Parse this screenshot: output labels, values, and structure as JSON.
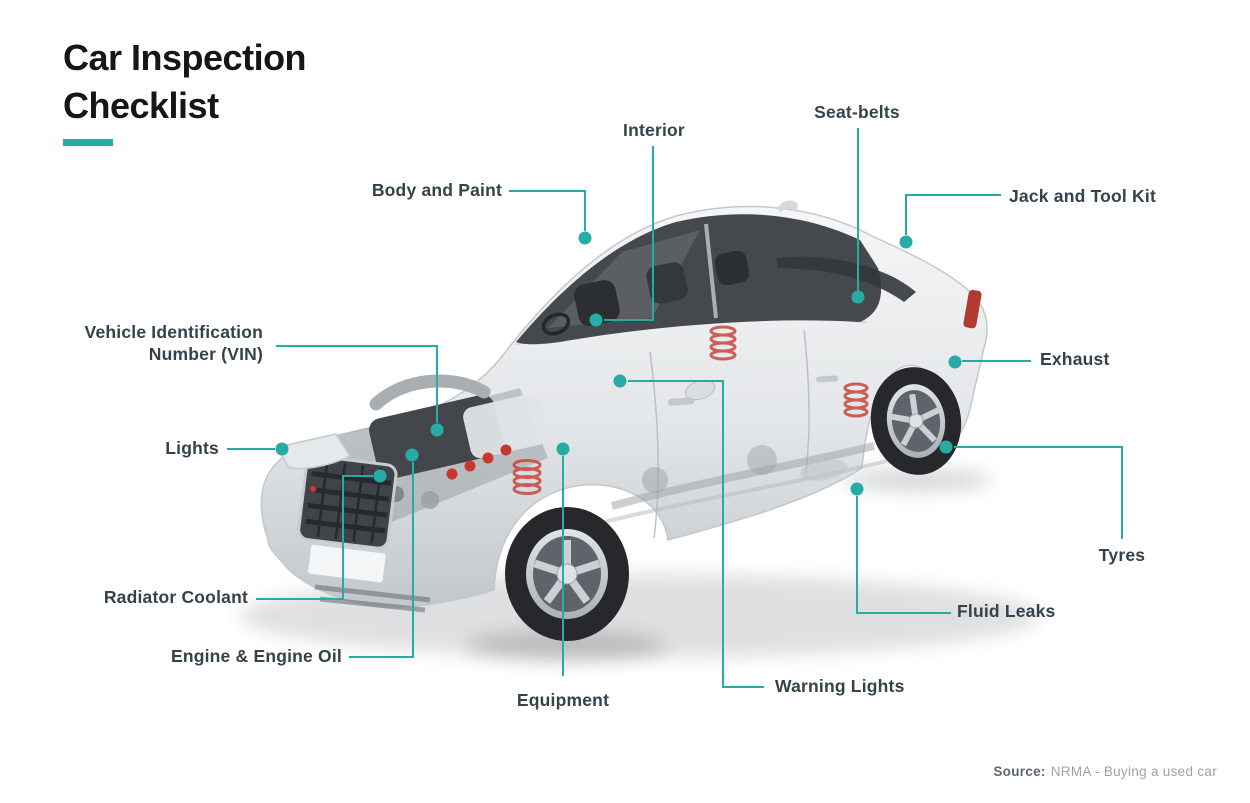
{
  "title": {
    "line1": "Car Inspection",
    "line2": "Checklist"
  },
  "callouts": {
    "body_and_paint": "Body and Paint",
    "interior": "Interior",
    "seat_belts": "Seat-belts",
    "jack_and_tool_kit": "Jack and Tool Kit",
    "vin_line1": "Vehicle Identification",
    "vin_line2": "Number (VIN)",
    "exhaust": "Exhaust",
    "lights": "Lights",
    "tyres": "Tyres",
    "radiator_coolant": "Radiator Coolant",
    "fluid_leaks": "Fluid Leaks",
    "engine_engine_oil": "Engine & Engine Oil",
    "equipment": "Equipment",
    "warning_lights": "Warning Lights"
  },
  "source": {
    "prefix": "Source:",
    "text": "NRMA - Buying a used car"
  },
  "colors": {
    "accent": "#27aca5",
    "label": "#33424b",
    "title": "#161616",
    "car_body": "#e9ebed"
  }
}
